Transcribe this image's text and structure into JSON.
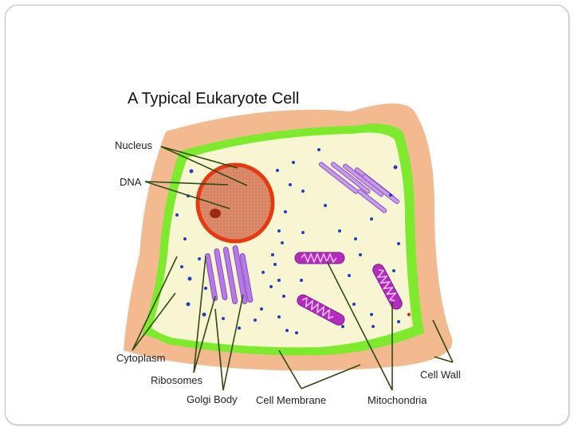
{
  "title": "A Typical Eukaryote Cell",
  "labels": {
    "nucleus": "Nucleus",
    "dna": "DNA",
    "cytoplasm": "Cytoplasm",
    "ribosomes": "Ribosomes",
    "golgi_body": "Golgi Body",
    "cell_membrane": "Cell Membrane",
    "mitochondria": "Mitochondria",
    "cell_wall": "Cell Wall"
  },
  "colors": {
    "cell_wall": "#f3b98f",
    "cell_membrane": "#7dea2e",
    "cytoplasm": "#f8f6d2",
    "nucleus_fill": "#dc8b6a",
    "nucleus_border": "#e43a12",
    "nucleolus": "#9a2a10",
    "ribosome": "#1f3fbf",
    "golgi": "#b679e6",
    "mitochondria": "#b52bc0",
    "leader_line": "#2f4a12"
  }
}
